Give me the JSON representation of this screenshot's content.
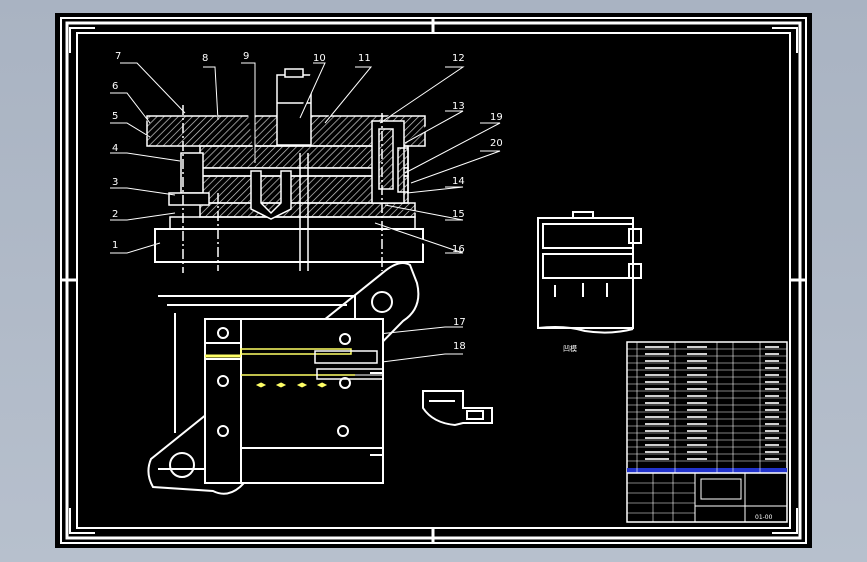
{
  "colors": {
    "background": "#b4bdca",
    "sheet": "#000000",
    "line": "#ffffff",
    "highlight": "#ffff66",
    "title_block_blue": "#2233cc"
  },
  "callouts": [
    "7",
    "8",
    "9",
    "10",
    "11",
    "12",
    "6",
    "5",
    "13",
    "19",
    "4",
    "20",
    "3",
    "14",
    "2",
    "15",
    "1",
    "16",
    "17",
    "18"
  ],
  "detail_label": "凹模",
  "title_block": {
    "part_no": "01-00"
  }
}
